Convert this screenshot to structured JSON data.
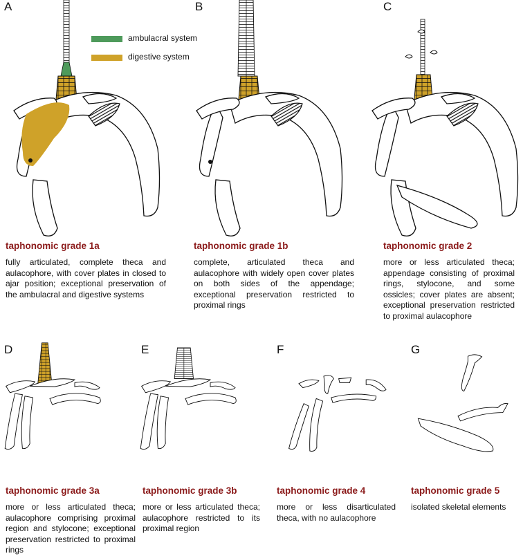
{
  "legend": {
    "ambulacral": {
      "label": "ambulacral system",
      "color": "#4e9a5b"
    },
    "digestive": {
      "label": "digestive system",
      "color": "#cfa229"
    }
  },
  "colors": {
    "title": "#8b1a1a",
    "outline": "#111111"
  },
  "panels": [
    {
      "letter": "A",
      "title": "taphonomic grade 1a",
      "description": "fully articulated, complete theca and aulacophore, with cover plates in closed to ajar position; exceptional preservation of the ambulacral and digestive systems"
    },
    {
      "letter": "B",
      "title": "taphonomic grade 1b",
      "description": "complete, articulated theca and aulacophore with widely open cover plates on both sides of the appendage; exceptional preservation restricted to proximal rings"
    },
    {
      "letter": "C",
      "title": "taphonomic grade 2",
      "description": "more or less articulated theca; appendage consisting of proximal rings, stylocone, and some ossicles; cover plates are absent; exceptional preservation restricted to proximal aulacophore"
    },
    {
      "letter": "D",
      "title": "taphonomic grade 3a",
      "description": "more or less articulated theca; aulacophore comprising proximal region and stylocone; exceptional preservation restricted to proximal rings"
    },
    {
      "letter": "E",
      "title": "taphonomic grade 3b",
      "description": "more or less articulated theca; aulacophore restricted to its proximal region"
    },
    {
      "letter": "F",
      "title": "taphonomic grade 4",
      "description": "more or less disarticulated theca, with no aulacophore"
    },
    {
      "letter": "G",
      "title": "taphonomic grade 5",
      "description": "isolated skeletal elements"
    }
  ]
}
